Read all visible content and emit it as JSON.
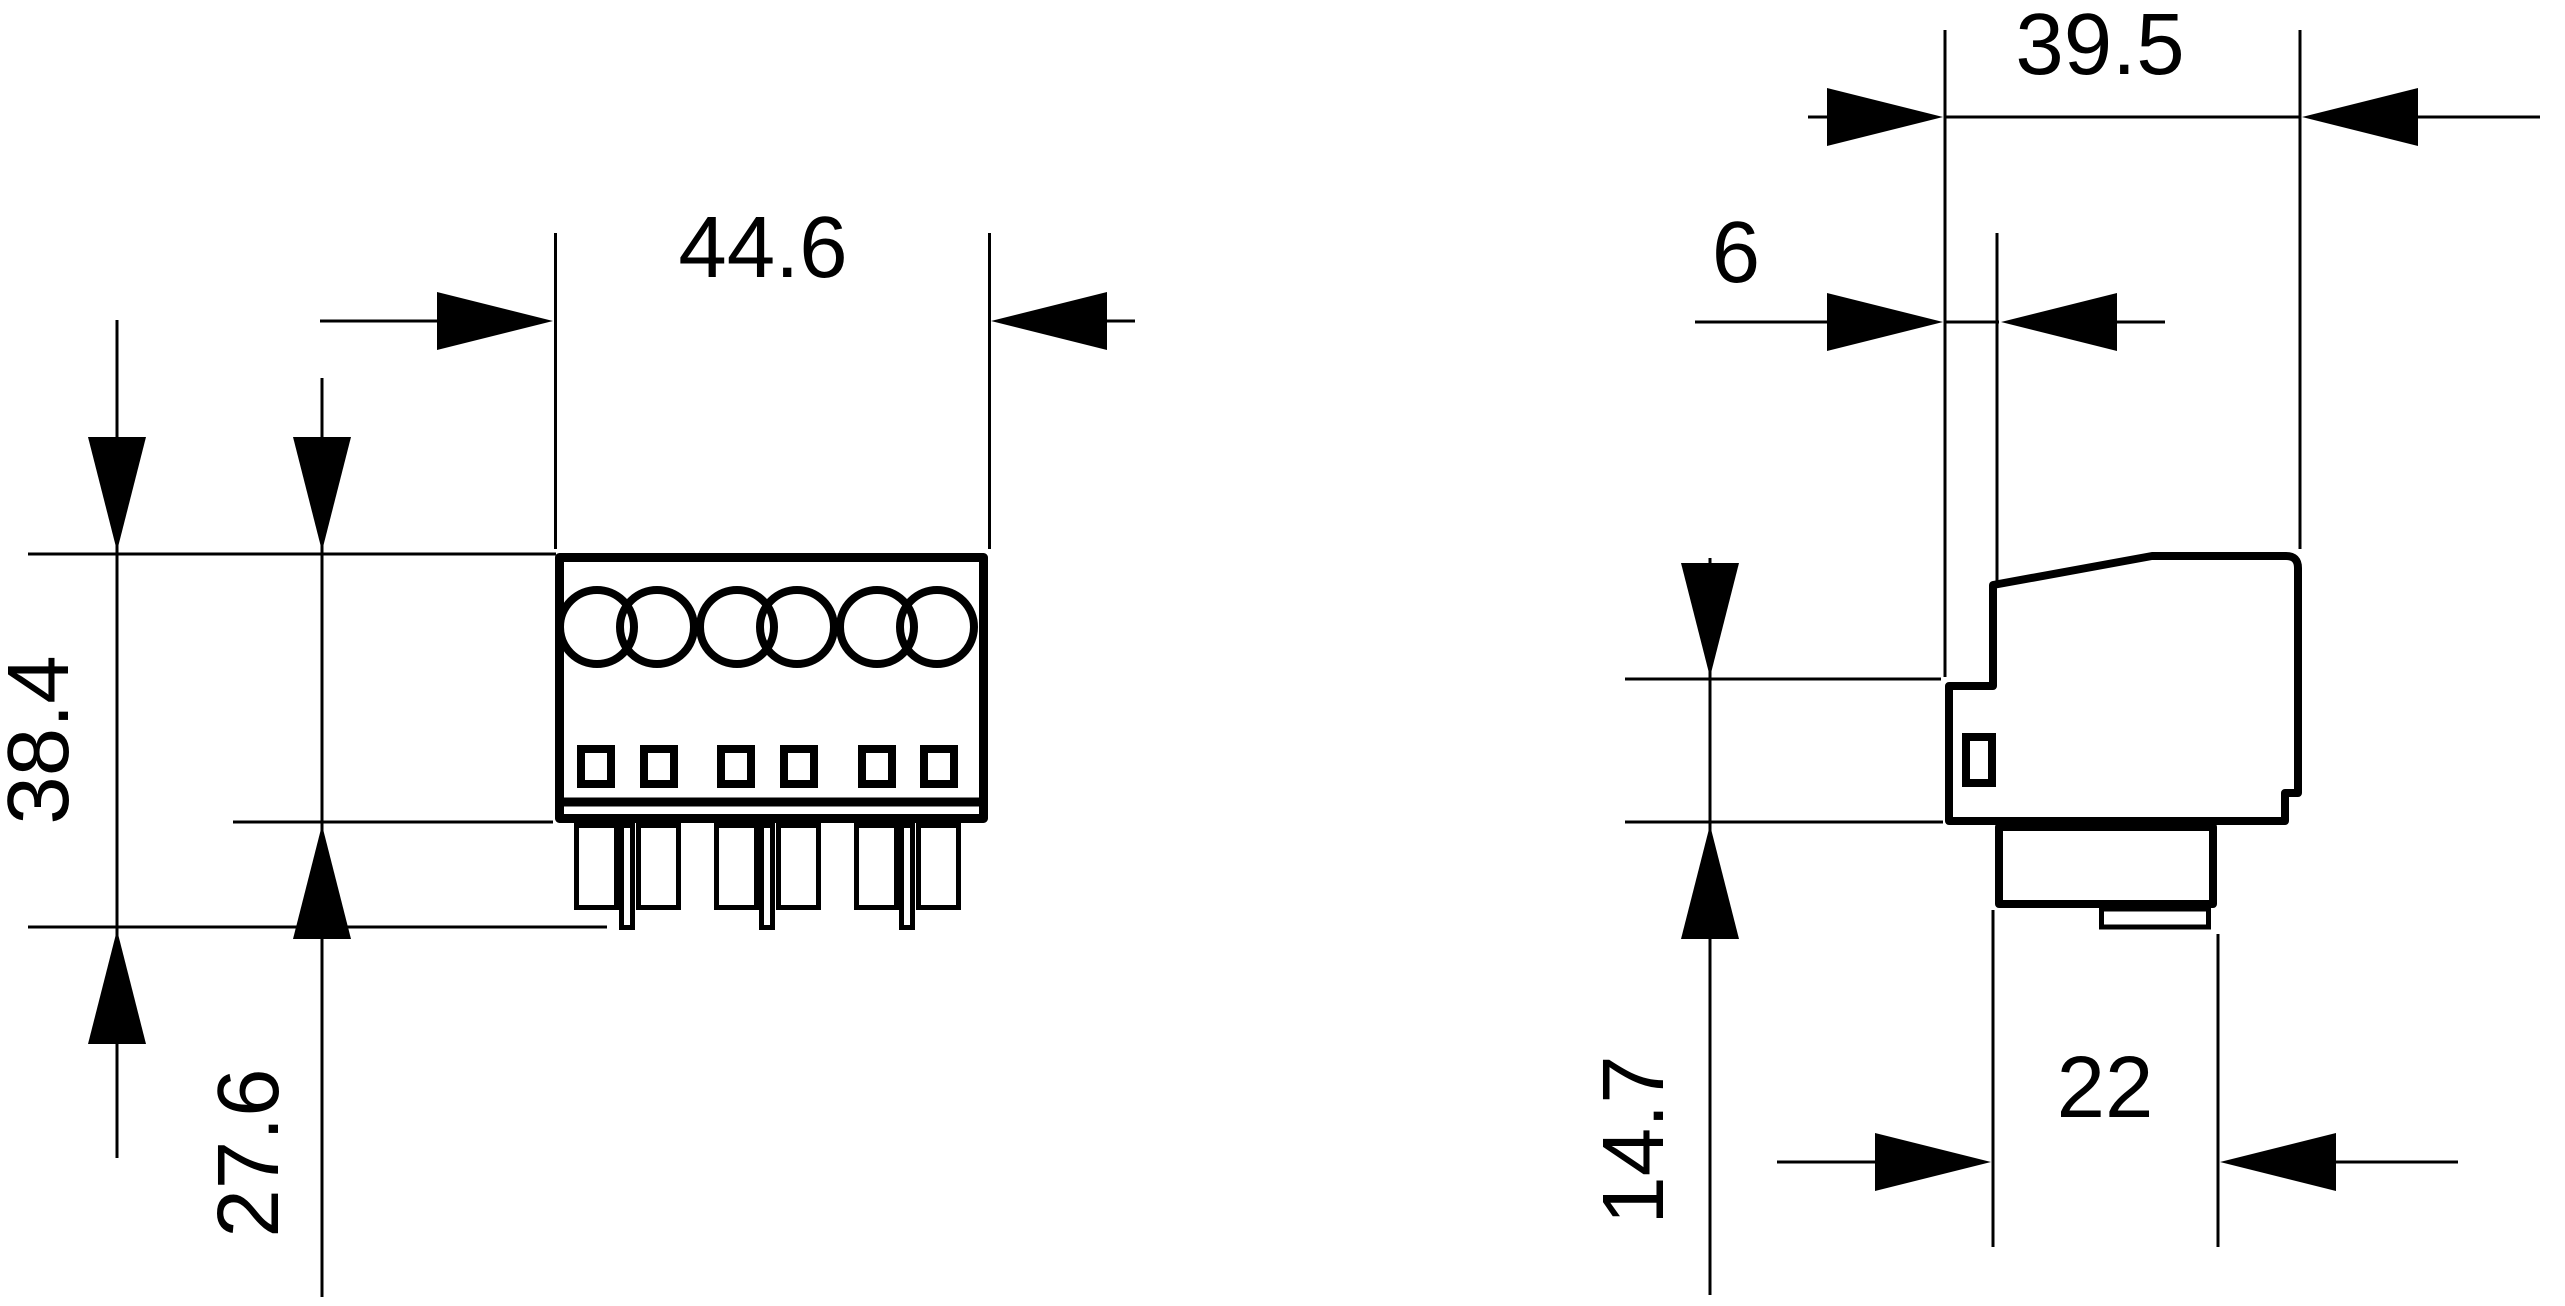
{
  "document": {
    "type": "technical dimension drawing",
    "units": "mm",
    "background_color": "#ffffff",
    "line_color": "#000000"
  },
  "front_view": {
    "name": "terminal block front view",
    "poles": 3,
    "wire_entries": 6,
    "screw_openings": 6,
    "dimensions": {
      "width": {
        "label": "44.6"
      },
      "total_height": {
        "label": "38.4"
      },
      "body_height": {
        "label": "27.6"
      }
    }
  },
  "side_view": {
    "name": "terminal block side view",
    "dimensions": {
      "depth": {
        "label": "39.5"
      },
      "front_step": {
        "label": "6"
      },
      "base_width": {
        "label": "22"
      },
      "lower_section_height": {
        "label": "14.7"
      }
    }
  }
}
